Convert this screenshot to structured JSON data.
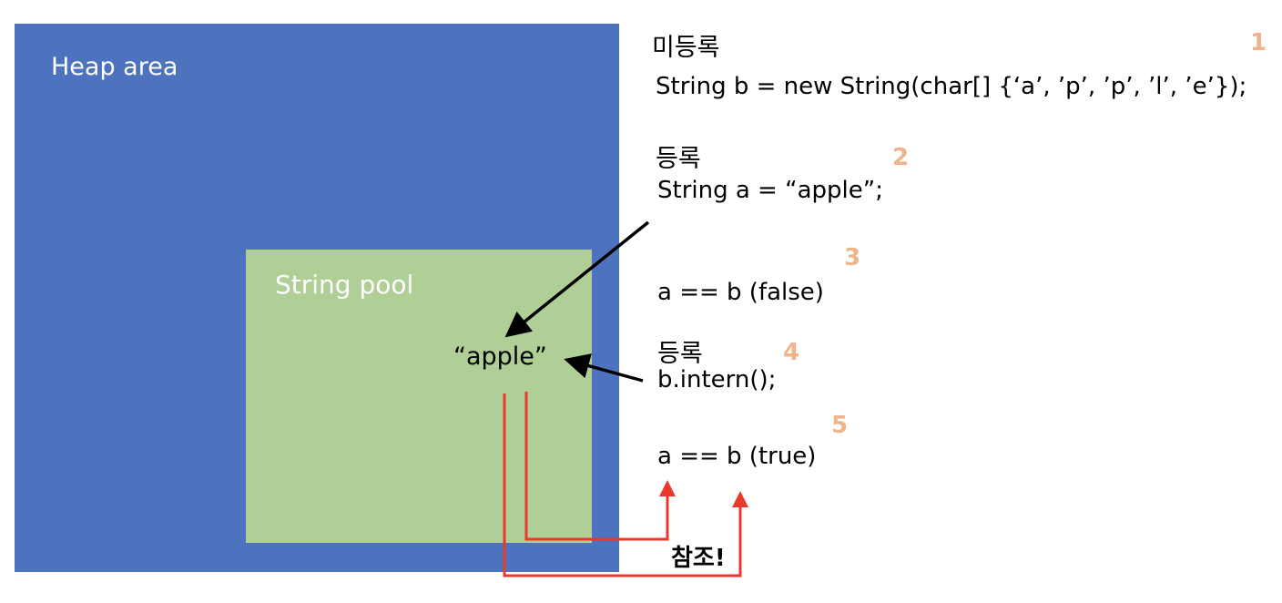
{
  "heap": {
    "label": "Heap area"
  },
  "pool": {
    "label": "String pool",
    "literal": "“apple”"
  },
  "steps": [
    {
      "num": "1",
      "tag": "미등록",
      "code": "String b = new String(char[] {‘a’, ’p’, ’p’, ’l’, ’e’});"
    },
    {
      "num": "2",
      "tag": "등록",
      "code": "String a = “apple”;"
    },
    {
      "num": "3",
      "tag": "",
      "code": "a == b (false)"
    },
    {
      "num": "4",
      "tag": "등록",
      "code": "b.intern();"
    },
    {
      "num": "5",
      "tag": "",
      "code": "a == b (true)"
    }
  ],
  "reference_label": "참조!",
  "colors": {
    "heap": "#4e73be",
    "pool": "#b0cf96",
    "step_number": "#f0b48c",
    "reference_arrow": "#e8392b",
    "arrow": "#000000"
  }
}
